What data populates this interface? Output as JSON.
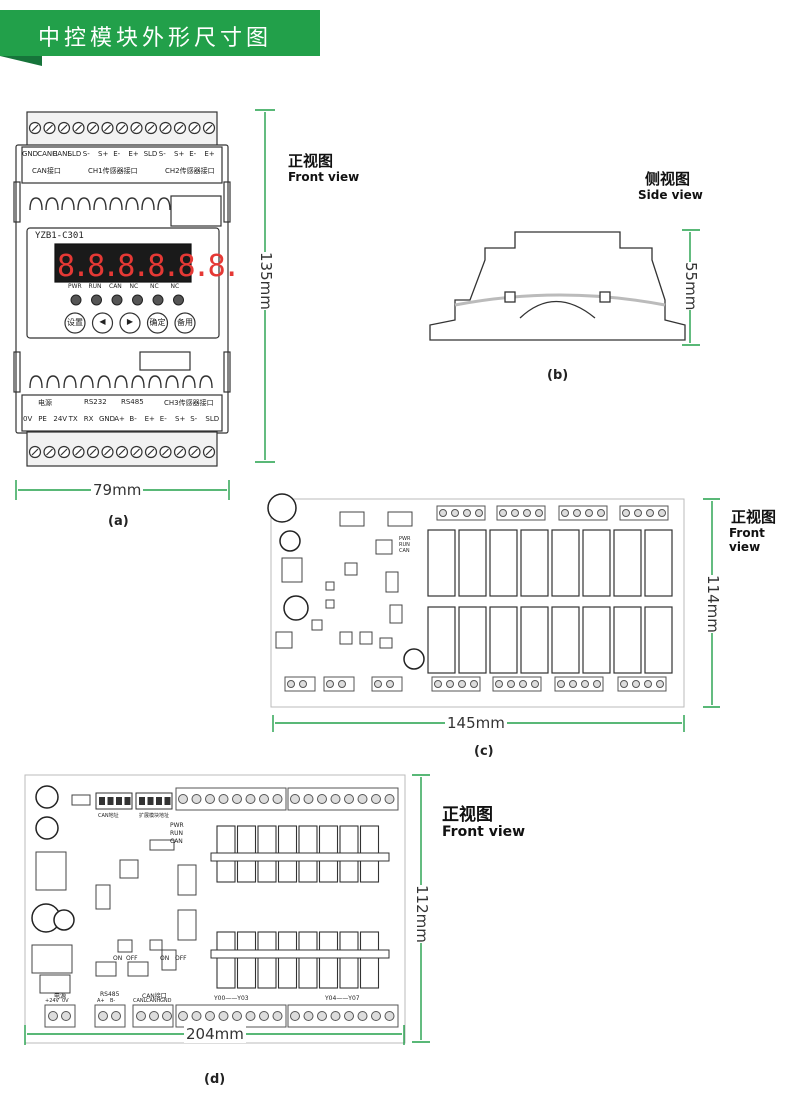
{
  "header": {
    "title": "中控模块外形尺寸图"
  },
  "colors": {
    "banner": "#22a04a",
    "dimension_line": "#22a04a",
    "segment": "#d8232a"
  },
  "view_a": {
    "view_cn": "正视图",
    "view_en": "Front view",
    "model": "YZB1-C301",
    "display_digits": "8.8.8.8.8.8.",
    "top_terminals": [
      "GND",
      "CANH",
      "CANL",
      "SLD",
      "S-",
      "S+",
      "E-",
      "E+",
      "SLD",
      "S-",
      "S+",
      "E-",
      "E+"
    ],
    "top_groups": [
      "CAN接口",
      "CH1传感器接口",
      "CH2传感器接口"
    ],
    "leds": [
      "PWR",
      "RUN",
      "CAN",
      "NC",
      "NC",
      "NC"
    ],
    "buttons": [
      "设置",
      "◀",
      "▶",
      "确定",
      "备用"
    ],
    "bottom_groups": [
      "电源",
      "RS232",
      "RS485",
      "CH3传感器接口"
    ],
    "bottom_terminals": [
      "0V",
      "PE",
      "24V",
      "TX",
      "RX",
      "GND",
      "A+",
      "B-",
      "E+",
      "E-",
      "S+",
      "S-",
      "SLD"
    ],
    "height_dim": "135mm",
    "width_dim": "79mm",
    "caption": "(a)"
  },
  "view_b": {
    "view_cn": "侧视图",
    "view_en": "Side view",
    "height_dim": "55mm",
    "caption": "(b)"
  },
  "view_c": {
    "view_cn": "正视图",
    "view_en": "Front view",
    "height_dim": "114mm",
    "width_dim": "145mm",
    "caption": "(c)",
    "leds": [
      "PWR",
      "RUN",
      "CAN"
    ]
  },
  "view_d": {
    "view_cn": "正视图",
    "view_en": "Front view",
    "height_dim": "112mm",
    "width_dim": "204mm",
    "caption": "(d)",
    "leds": [
      "PWR",
      "RUN",
      "CAN"
    ],
    "bottom_labels": [
      "电源",
      "RS485",
      "CAN接口"
    ],
    "bottom_terminals": [
      "+24V",
      "0V",
      "A+",
      "B-",
      "CANL",
      "CANH",
      "GND"
    ],
    "range_labels": [
      "Y00——Y03",
      "Y04——Y07"
    ],
    "switch_labels": [
      "ON",
      "OFF",
      "ON",
      "OFF"
    ],
    "dip_labels": [
      "CAN地址",
      "扩展模块地址"
    ]
  }
}
